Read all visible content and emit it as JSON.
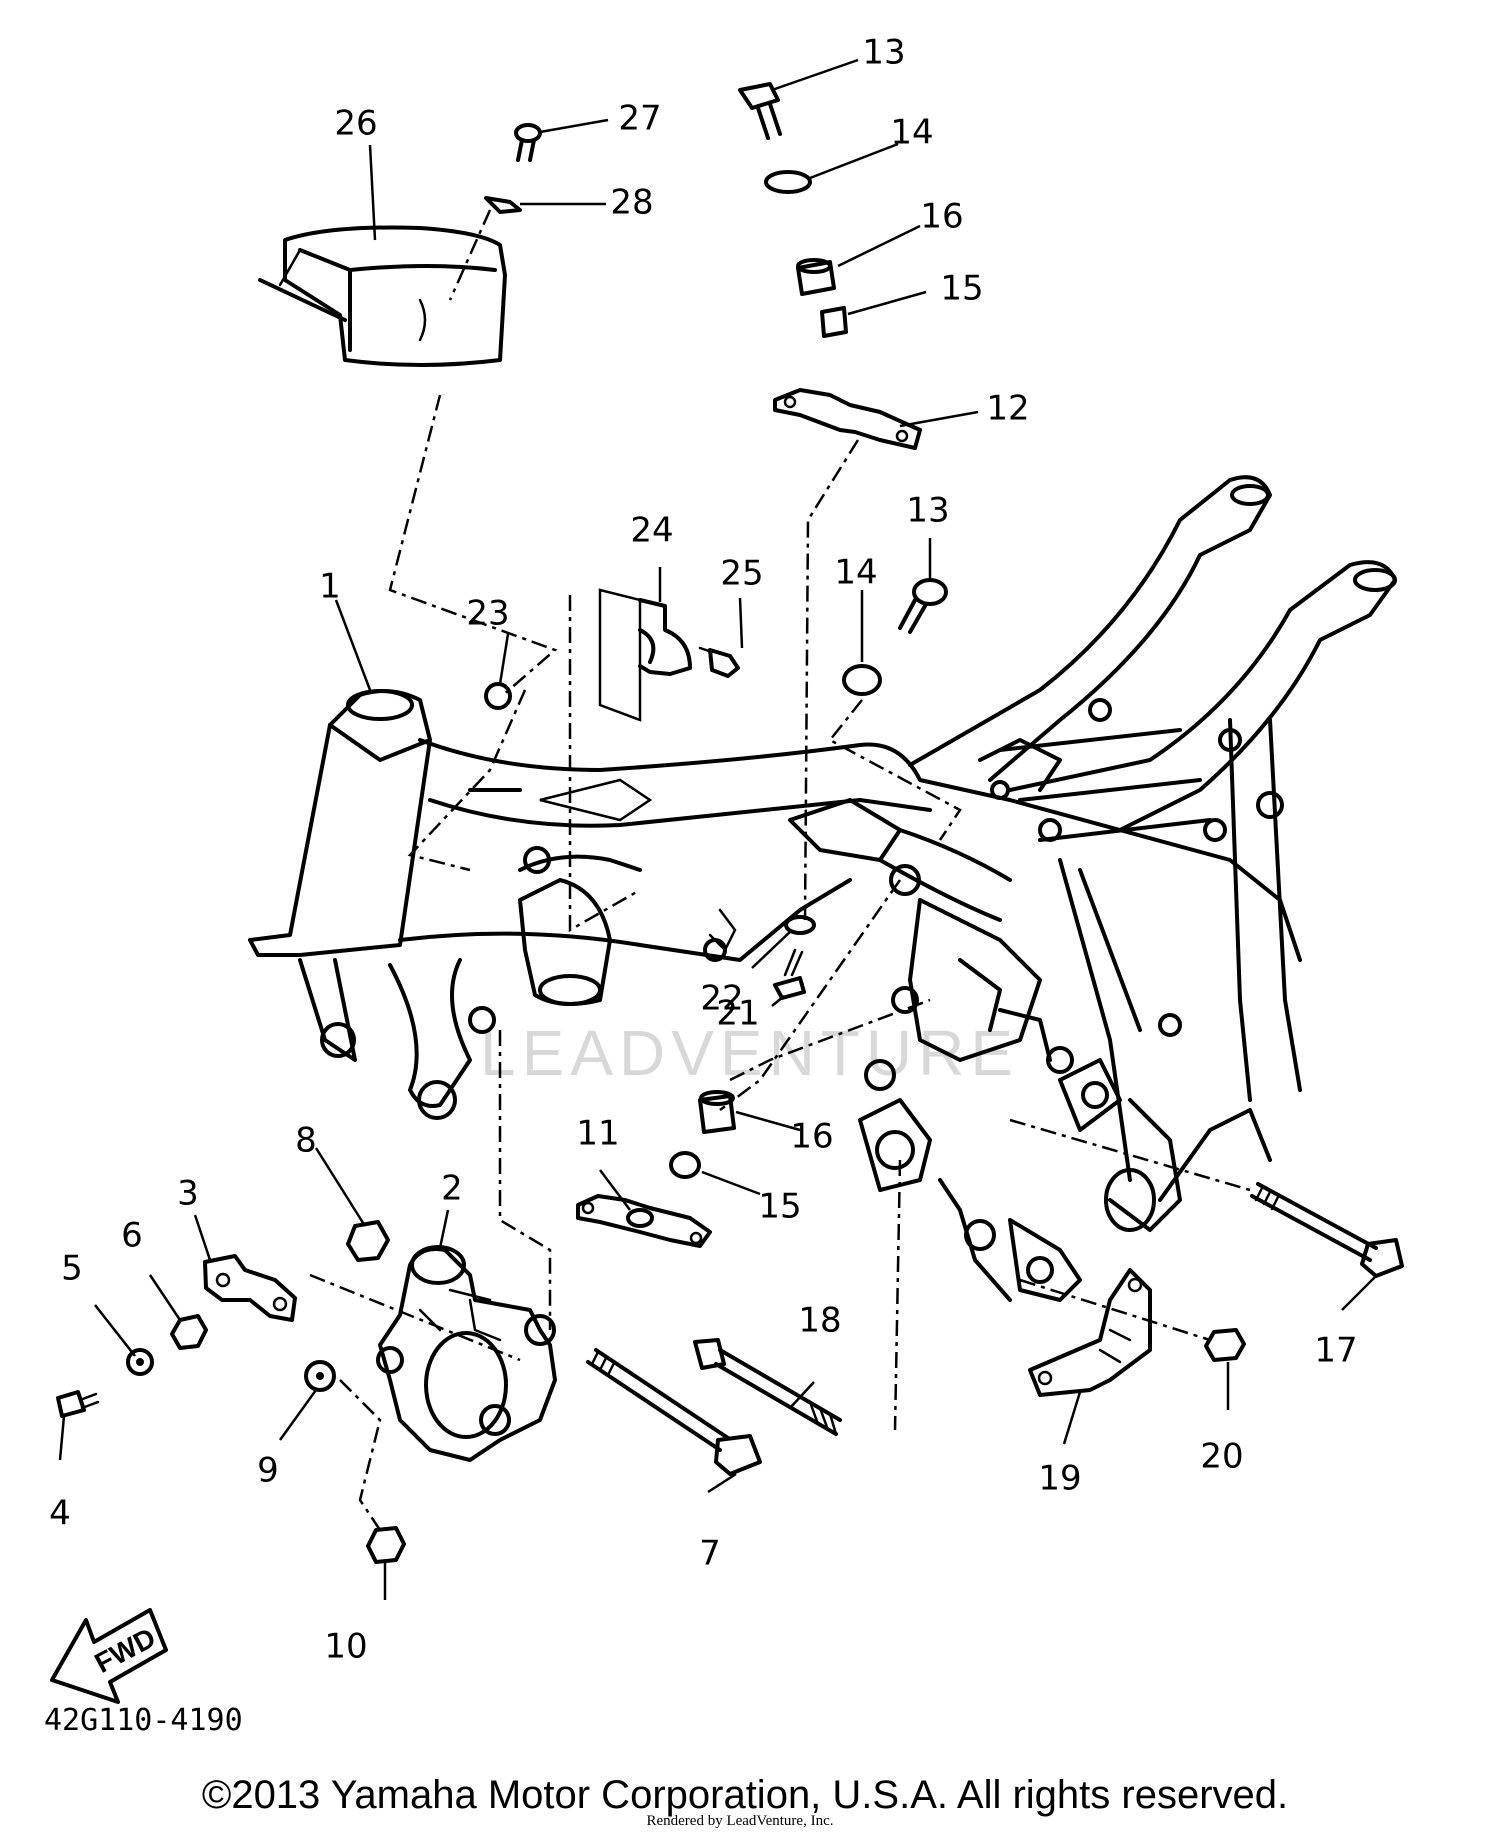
{
  "diagram": {
    "callouts": [
      "1",
      "2",
      "3",
      "4",
      "5",
      "6",
      "7",
      "8",
      "9",
      "10",
      "11",
      "12",
      "13",
      "13",
      "14",
      "14",
      "15",
      "15",
      "16",
      "16",
      "17",
      "18",
      "19",
      "20",
      "21",
      "22",
      "23",
      "24",
      "25",
      "26",
      "27",
      "28"
    ],
    "direction_label": "FWD",
    "reference_code": "42G110-4190",
    "watermark": "LEADVENTURE",
    "copyright": "©2013 Yamaha Motor Corporation, U.S.A. All rights reserved.",
    "rendered_by": "Rendered by LeadVenture, Inc."
  }
}
